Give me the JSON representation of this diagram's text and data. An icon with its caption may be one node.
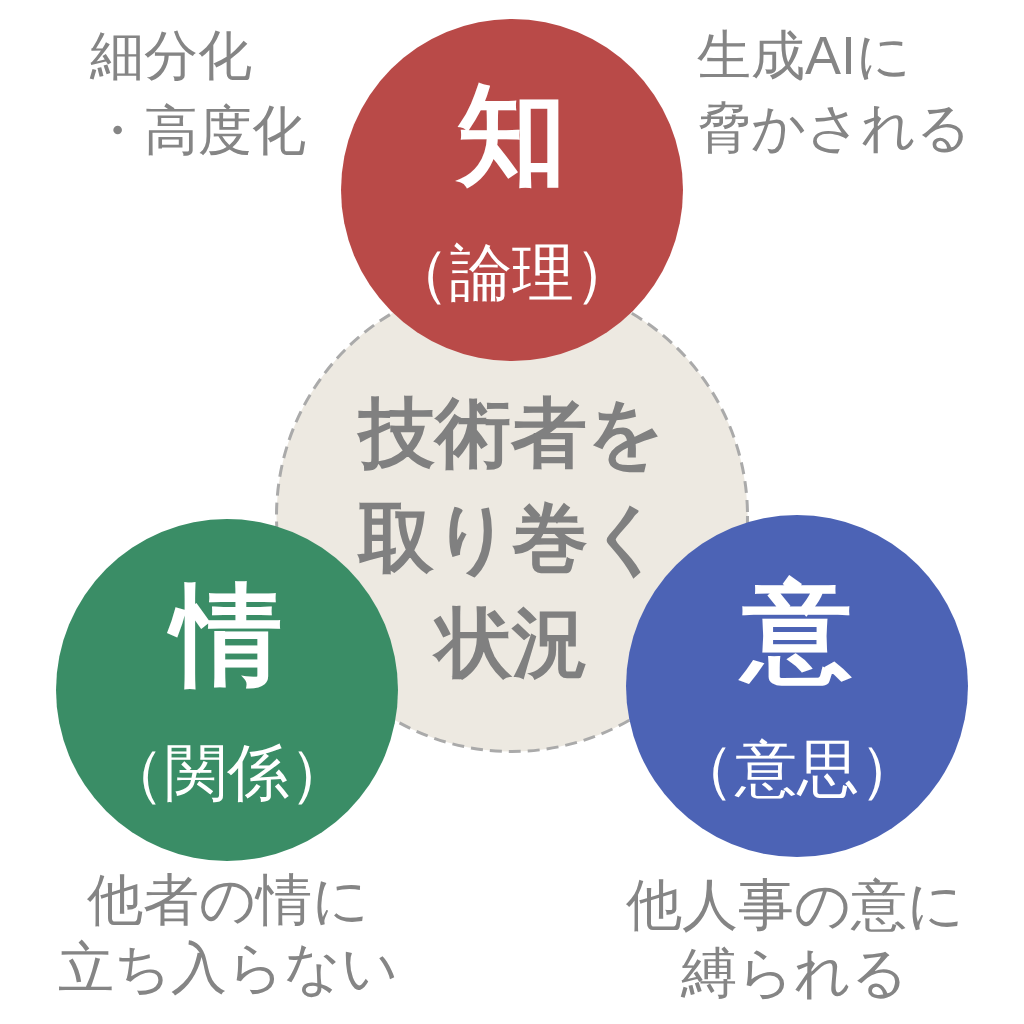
{
  "diagram": {
    "nodes": [
      {
        "text": [
          "知",
          "（論理）"
        ],
        "beside": [
          "細分化・高度化",
          "生成AIに脅かされる"
        ]
      },
      {
        "text": [
          "技術者を取り巻く状況"
        ]
      },
      {
        "text": [
          "情",
          "（関係）"
        ],
        "beside": [
          "他者の情に立ち入らない"
        ]
      },
      {
        "text": [
          "意",
          "（意思）"
        ],
        "beside": [
          "他人事の意に縛られる"
        ]
      }
    ]
  }
}
